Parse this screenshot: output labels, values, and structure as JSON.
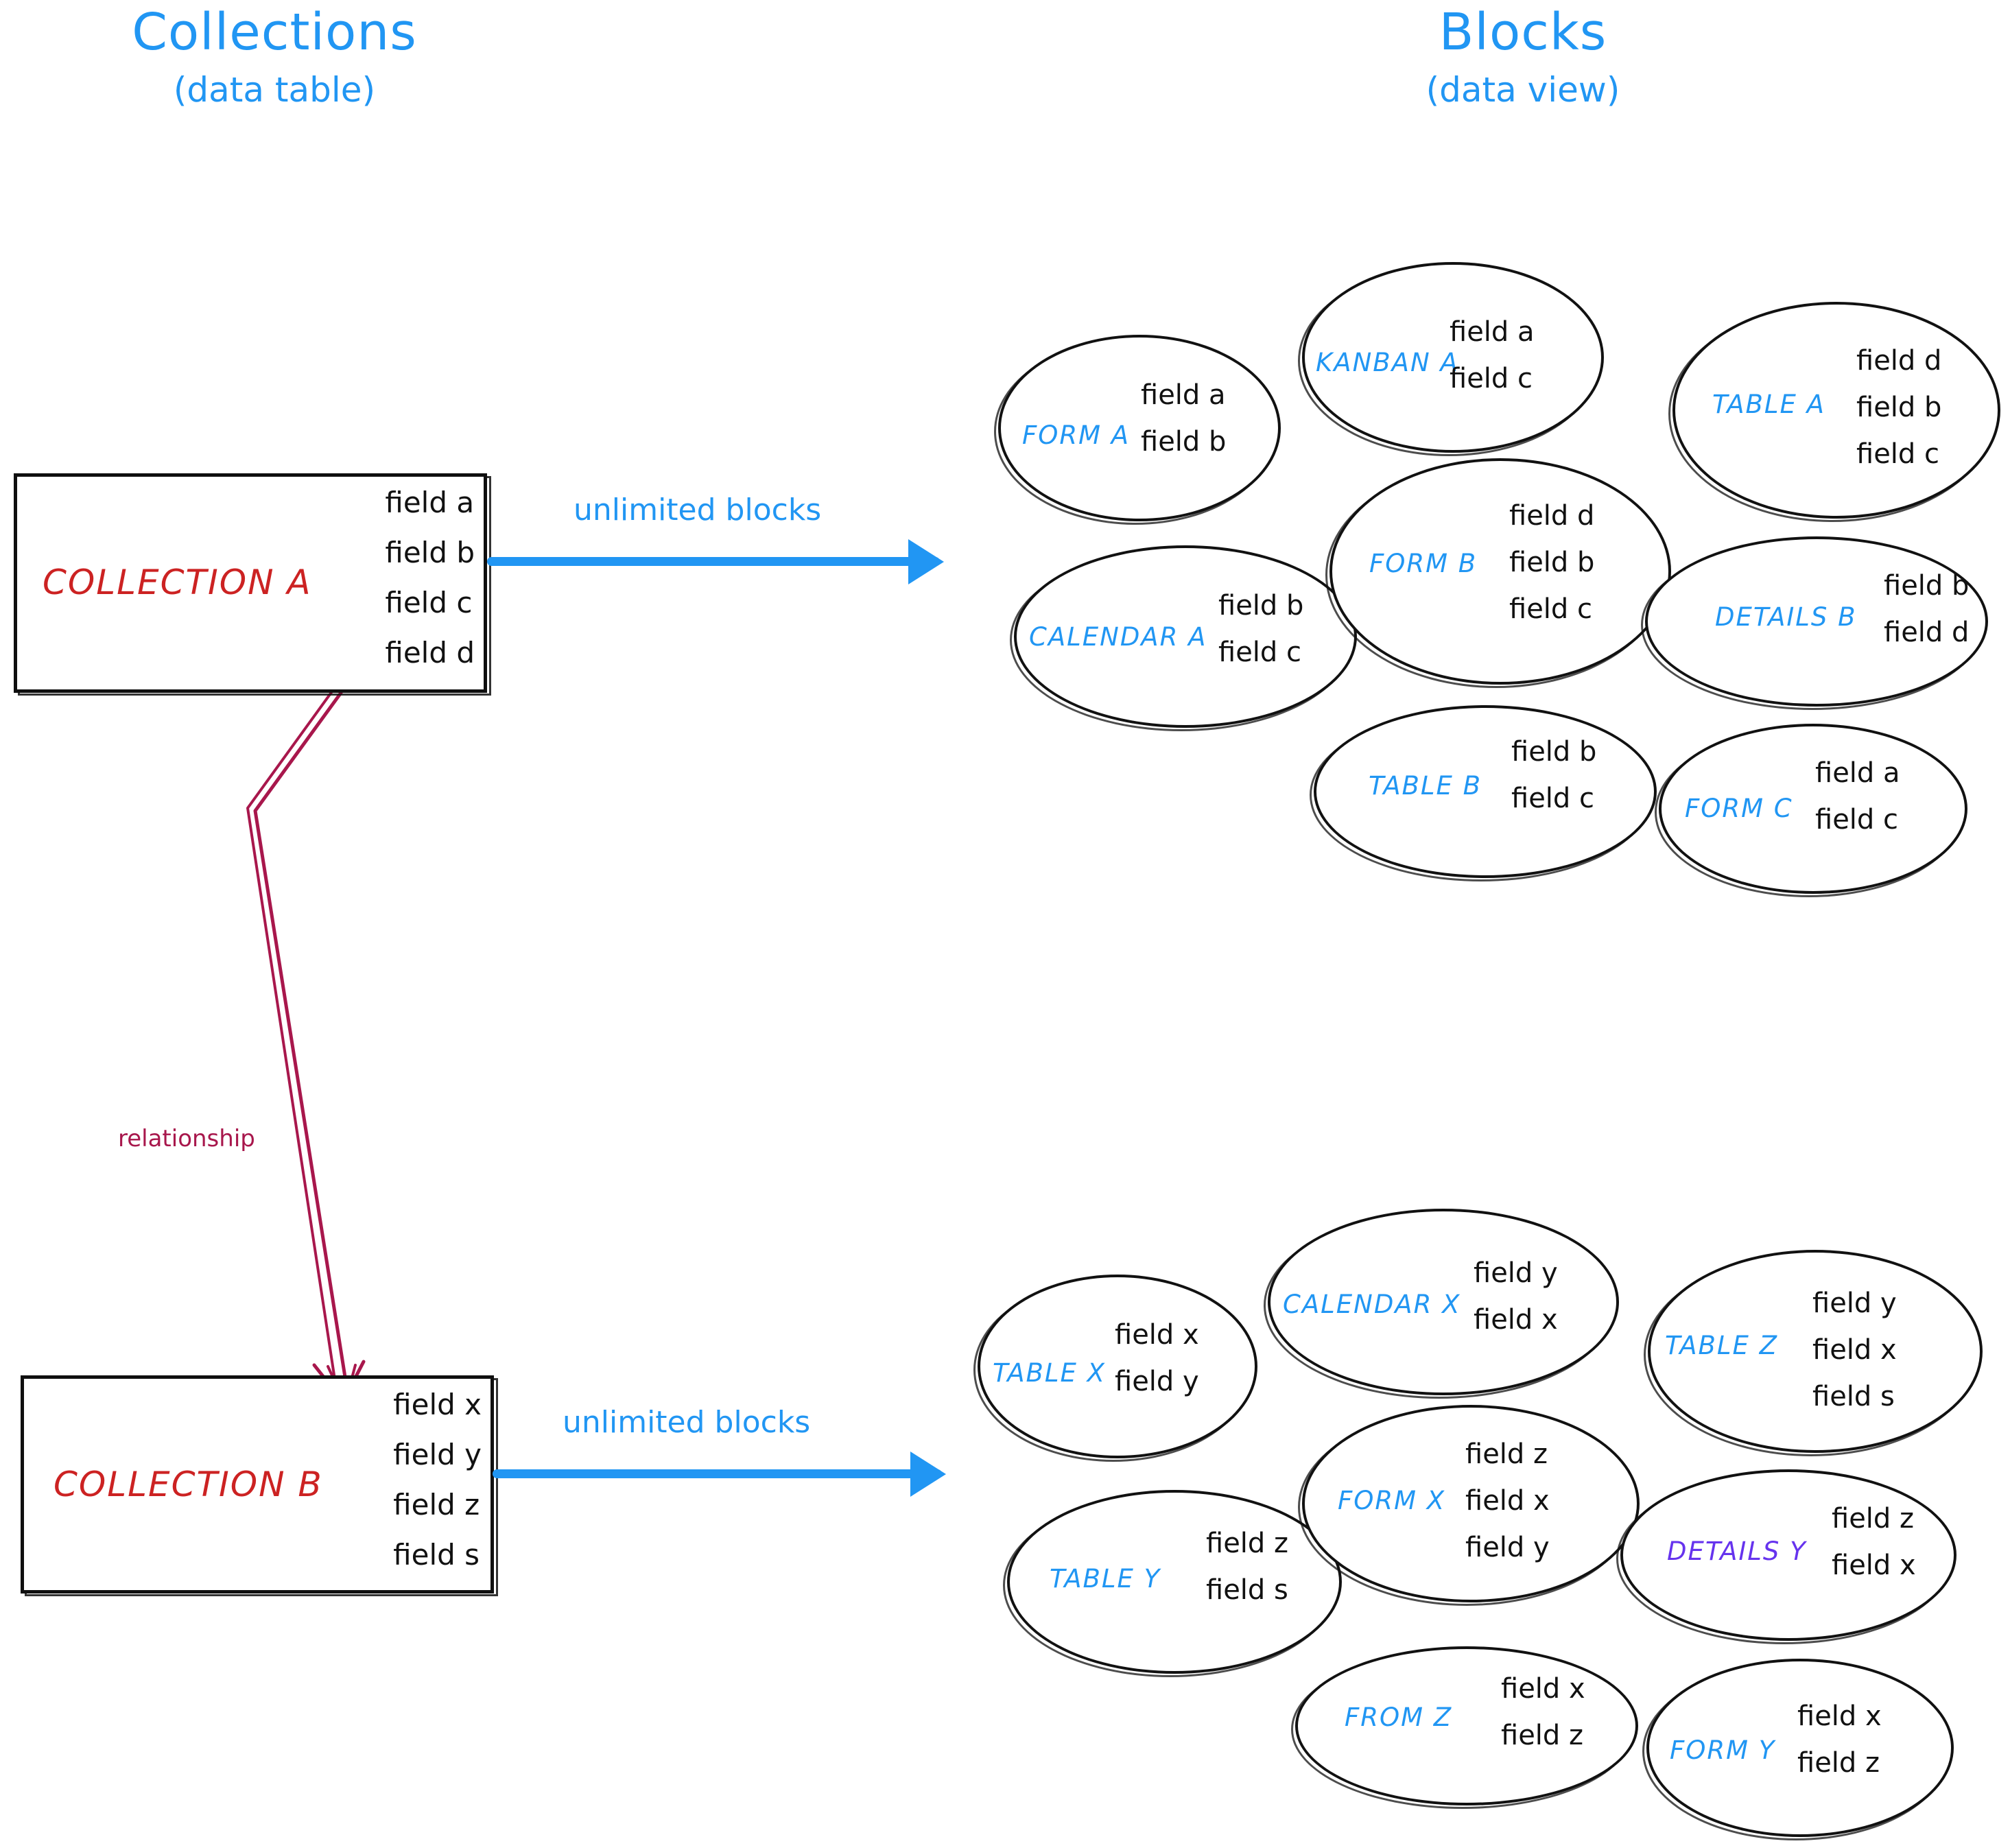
{
  "headings": {
    "left": {
      "title": "Collections",
      "subtitle": "(data table)"
    },
    "right": {
      "title": "Blocks",
      "subtitle": "(data view)"
    }
  },
  "colors": {
    "accent_blue": "#2196f3",
    "collection_red": "#cc2222",
    "relationship_red": "#a8174c",
    "details_purple": "#6633ee",
    "ink_black": "#111111"
  },
  "collections": [
    {
      "id": "collection-a",
      "name": "COLLECTION A",
      "fields": [
        "field a",
        "field b",
        "field c",
        "field d"
      ]
    },
    {
      "id": "collection-b",
      "name": "COLLECTION B",
      "fields": [
        "field x",
        "field y",
        "field z",
        "field s"
      ]
    }
  ],
  "arrows": [
    {
      "id": "arrow-a",
      "label": "unlimited blocks"
    },
    {
      "id": "arrow-b",
      "label": "unlimited blocks"
    }
  ],
  "relationship": {
    "label": "relationship"
  },
  "blocks_a": [
    {
      "id": "form-a",
      "name": "FORM A",
      "fields": [
        "field a",
        "field b"
      ]
    },
    {
      "id": "kanban-a",
      "name": "KANBAN A",
      "fields": [
        "field a",
        "field c"
      ]
    },
    {
      "id": "table-a",
      "name": "TABLE A",
      "fields": [
        "field d",
        "field b",
        "field c"
      ]
    },
    {
      "id": "calendar-a",
      "name": "CALENDAR A",
      "fields": [
        "field b",
        "field c"
      ]
    },
    {
      "id": "form-b",
      "name": "FORM B",
      "fields": [
        "field d",
        "field b",
        "field c"
      ]
    },
    {
      "id": "details-b",
      "name": "DETAILS B",
      "fields": [
        "field b",
        "field d"
      ]
    },
    {
      "id": "table-b",
      "name": "TABLE B",
      "fields": [
        "field b",
        "field c"
      ]
    },
    {
      "id": "form-c",
      "name": "FORM C",
      "fields": [
        "field a",
        "field c"
      ]
    }
  ],
  "blocks_b": [
    {
      "id": "table-x",
      "name": "TABLE X",
      "fields": [
        "field x",
        "field y"
      ]
    },
    {
      "id": "calendar-x",
      "name": "CALENDAR X",
      "fields": [
        "field y",
        "field x"
      ]
    },
    {
      "id": "table-z",
      "name": "TABLE Z",
      "fields": [
        "field y",
        "field x",
        "field s"
      ]
    },
    {
      "id": "table-y",
      "name": "TABLE Y",
      "fields": [
        "field z",
        "field s"
      ]
    },
    {
      "id": "form-x",
      "name": "FORM X",
      "fields": [
        "field z",
        "field x",
        "field y"
      ]
    },
    {
      "id": "details-y",
      "name": "DETAILS Y",
      "fields": [
        "field z",
        "field x"
      ]
    },
    {
      "id": "from-z",
      "name": "FROM Z",
      "fields": [
        "field x",
        "field z"
      ]
    },
    {
      "id": "form-y",
      "name": "FORM Y",
      "fields": [
        "field x",
        "field z"
      ]
    }
  ]
}
